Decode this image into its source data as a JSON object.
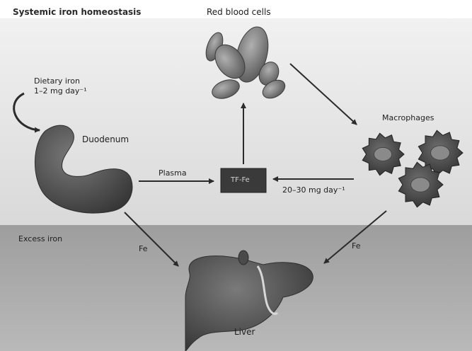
{
  "title": "Systemic iron homeostasis",
  "labels": {
    "red_blood_cells": "Red blood cells",
    "dietary_iron_line1": "Dietary iron",
    "dietary_iron_line2": "1–2 mg day⁻¹",
    "duodenum": "Duodenum",
    "plasma": "Plasma",
    "transferrin": "TF-Fe",
    "recycling_rate": "20–30 mg day⁻¹",
    "macrophages": "Macrophages",
    "excess_iron": "Excess iron",
    "fe_left": "Fe",
    "fe_right": "Fe",
    "liver": "Liver"
  }
}
